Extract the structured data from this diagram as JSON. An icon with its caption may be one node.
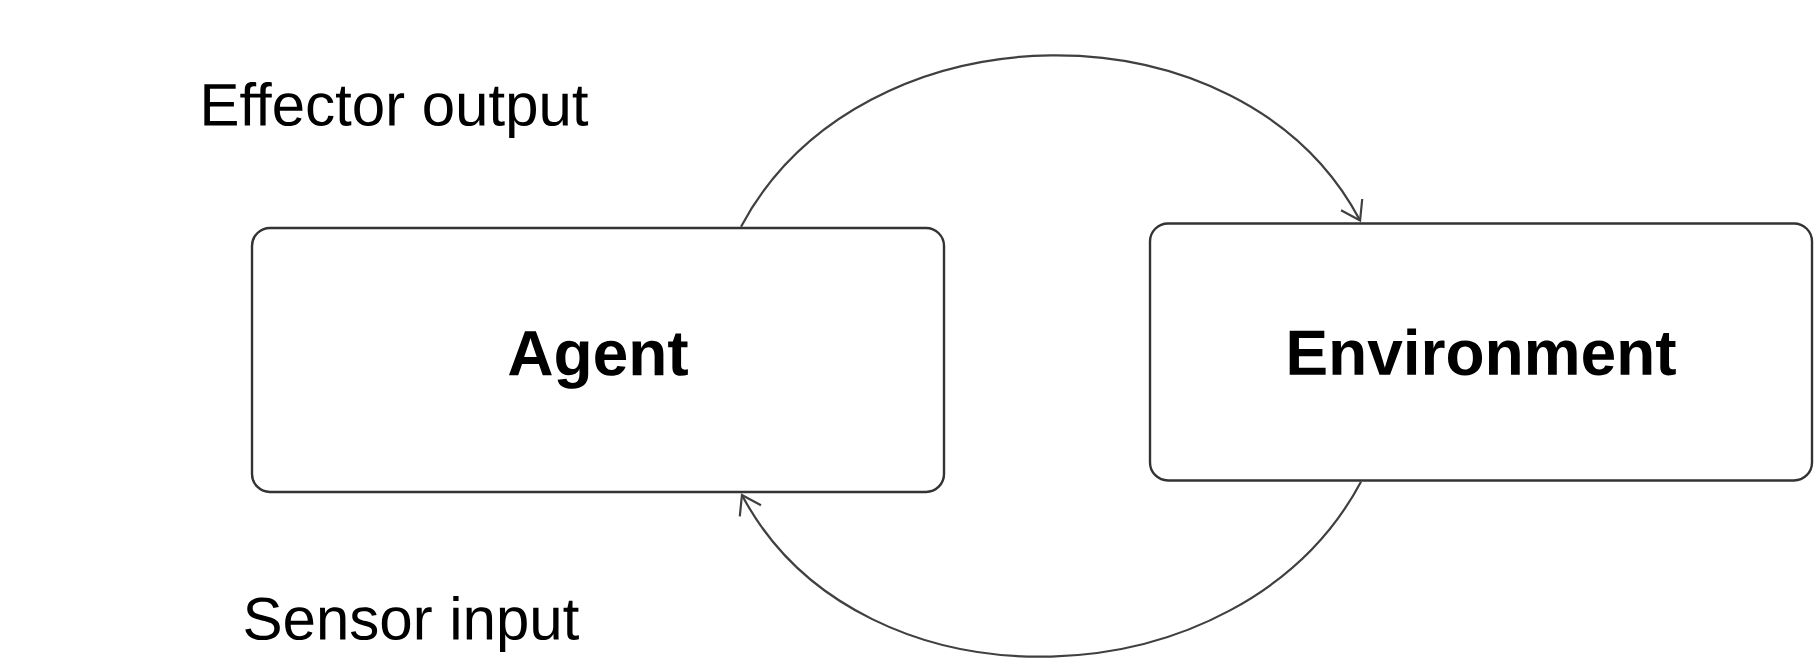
{
  "diagram": {
    "nodes": [
      {
        "text": [
          "Agent"
        ]
      },
      {
        "text": [
          "Environment"
        ]
      }
    ],
    "edges": [
      {
        "from": 0,
        "to": 1,
        "arrow": "to",
        "label": "Effector output"
      },
      {
        "from": 1,
        "to": 0,
        "arrow": "to",
        "label": "Sensor input"
      }
    ]
  }
}
